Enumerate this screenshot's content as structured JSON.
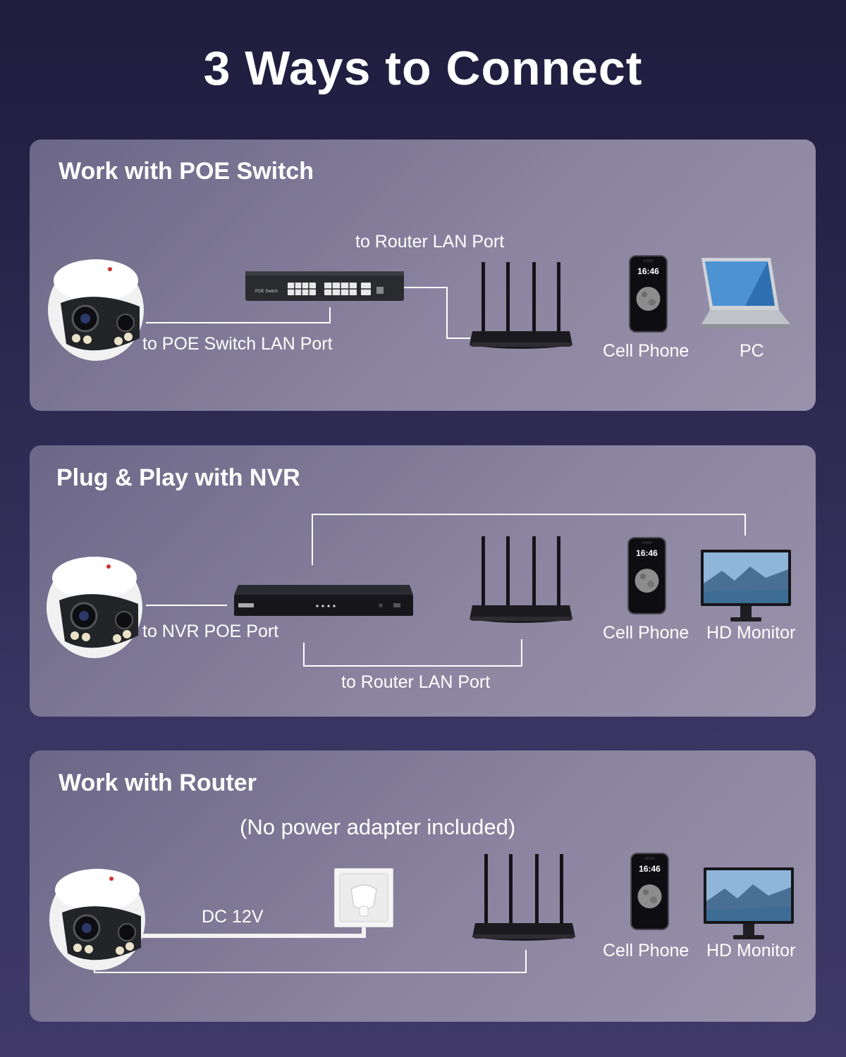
{
  "page": {
    "title": "3 Ways to Connect"
  },
  "panels": [
    {
      "title": "Work with POE Switch",
      "labels": {
        "router_lan": "to Router LAN Port",
        "switch_lan": "to POE Switch LAN Port",
        "cell_phone": "Cell Phone",
        "pc": "PC"
      },
      "switch_text": "POE Switch"
    },
    {
      "title": "Plug & Play with NVR",
      "labels": {
        "nvr_poe": "to NVR POE Port",
        "router_lan": "to Router LAN Port",
        "cell_phone": "Cell Phone",
        "hd_monitor": "HD Monitor"
      }
    },
    {
      "title": "Work with Router",
      "labels": {
        "note": "(No power adapter included)",
        "dc": "DC 12V",
        "cell_phone": "Cell Phone",
        "hd_monitor": "HD Monitor"
      }
    }
  ],
  "phone_time": "16:46",
  "colors": {
    "line": "#ffffff",
    "panel": "#8a84a0",
    "device_dark": "#1b1b1f"
  }
}
